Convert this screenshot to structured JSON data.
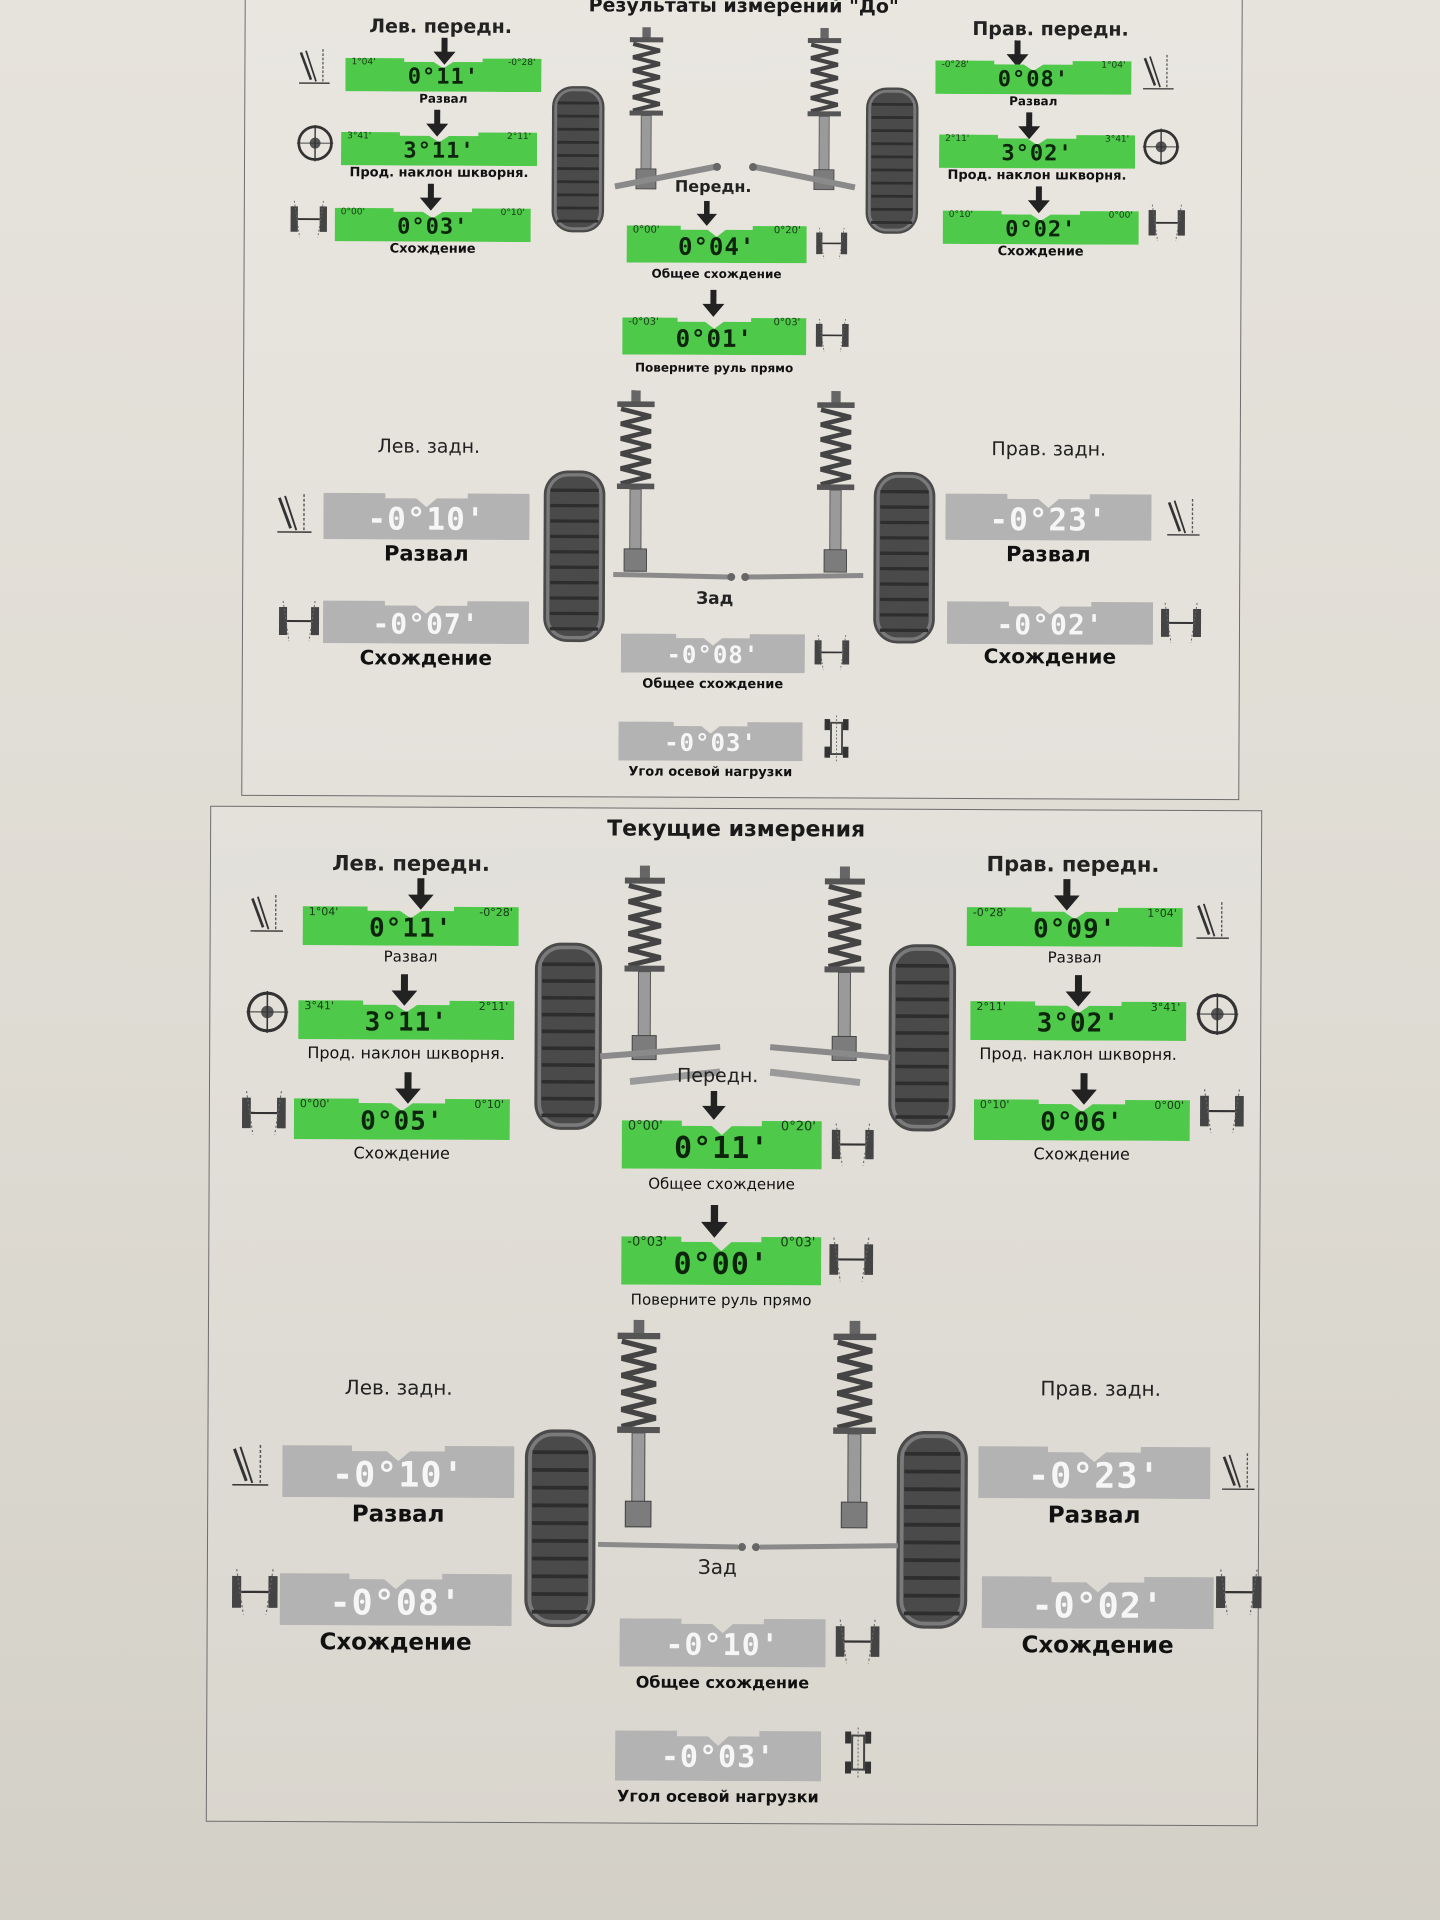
{
  "colors": {
    "gauge_green": "#4fc94a",
    "gauge_gray": "#b3b3b3",
    "arrow": "#222222"
  },
  "sections": [
    {
      "title": "Результаты измерений \"До\"",
      "front_left_label": "Лев. передн.",
      "front_right_label": "Прав. передн.",
      "front_axle_label": "Передн.",
      "rear_left_label": "Лев. задн.",
      "rear_right_label": "Прав. задн.",
      "rear_axle_label": "Зад",
      "front_left": {
        "camber": {
          "label": "Развал",
          "value": "0°11'",
          "min": "1°04'",
          "max": "-0°28'"
        },
        "caster": {
          "label": "Прод. наклон шкворня.",
          "value": "3°11'",
          "min": "3°41'",
          "max": "2°11'"
        },
        "toe": {
          "label": "Схождение",
          "value": "0°03'",
          "min": "0°00'",
          "max": "0°10'"
        }
      },
      "front_right": {
        "camber": {
          "label": "Развал",
          "value": "0°08'",
          "min": "-0°28'",
          "max": "1°04'"
        },
        "caster": {
          "label": "Прод. наклон шкворня.",
          "value": "3°02'",
          "min": "2°11'",
          "max": "3°41'"
        },
        "toe": {
          "label": "Схождение",
          "value": "0°02'",
          "min": "0°10'",
          "max": "0°00'"
        }
      },
      "front_total_toe": {
        "label": "Общее схождение",
        "value": "0°04'",
        "min": "0°00'",
        "max": "0°20'"
      },
      "steering": {
        "label": "Поверните руль прямо",
        "value": "0°01'",
        "min": "-0°03'",
        "max": "0°03'"
      },
      "rear_left": {
        "camber": {
          "label": "Развал",
          "value": "-0°10'"
        },
        "toe": {
          "label": "Схождение",
          "value": "-0°07'"
        }
      },
      "rear_right": {
        "camber": {
          "label": "Развал",
          "value": "-0°23'"
        },
        "toe": {
          "label": "Схождение",
          "value": "-0°02'"
        }
      },
      "rear_total_toe": {
        "label": "Общее схождение",
        "value": "-0°08'"
      },
      "thrust_angle": {
        "label": "Угол осевой нагрузки",
        "value": "-0°03'"
      }
    },
    {
      "title": "Текущие измерения",
      "front_left_label": "Лев. передн.",
      "front_right_label": "Прав. передн.",
      "front_axle_label": "Передн.",
      "rear_left_label": "Лев. задн.",
      "rear_right_label": "Прав. задн.",
      "rear_axle_label": "Зад",
      "front_left": {
        "camber": {
          "label": "Развал",
          "value": "0°11'",
          "min": "1°04'",
          "max": "-0°28'"
        },
        "caster": {
          "label": "Прод. наклон шкворня.",
          "value": "3°11'",
          "min": "3°41'",
          "max": "2°11'"
        },
        "toe": {
          "label": "Схождение",
          "value": "0°05'",
          "min": "0°00'",
          "max": "0°10'"
        }
      },
      "front_right": {
        "camber": {
          "label": "Развал",
          "value": "0°09'",
          "min": "-0°28'",
          "max": "1°04'"
        },
        "caster": {
          "label": "Прод. наклон шкворня.",
          "value": "3°02'",
          "min": "2°11'",
          "max": "3°41'"
        },
        "toe": {
          "label": "Схождение",
          "value": "0°06'",
          "min": "0°10'",
          "max": "0°00'"
        }
      },
      "front_total_toe": {
        "label": "Общее схождение",
        "value": "0°11'",
        "min": "0°00'",
        "max": "0°20'"
      },
      "steering": {
        "label": "Поверните руль прямо",
        "value": "0°00'",
        "min": "-0°03'",
        "max": "0°03'"
      },
      "rear_left": {
        "camber": {
          "label": "Развал",
          "value": "-0°10'"
        },
        "toe": {
          "label": "Схождение",
          "value": "-0°08'"
        }
      },
      "rear_right": {
        "camber": {
          "label": "Развал",
          "value": "-0°23'"
        },
        "toe": {
          "label": "Схождение",
          "value": "-0°02'"
        }
      },
      "rear_total_toe": {
        "label": "Общее схождение",
        "value": "-0°10'"
      },
      "thrust_angle": {
        "label": "Угол осевой нагрузки",
        "value": "-0°03'"
      }
    }
  ]
}
